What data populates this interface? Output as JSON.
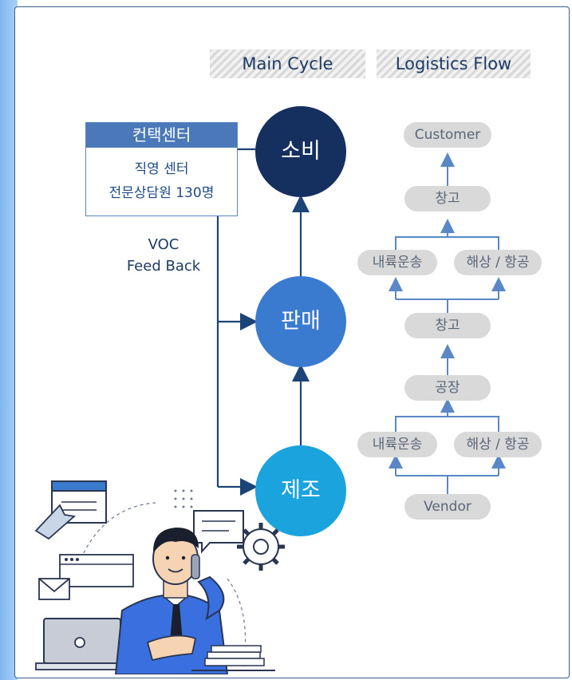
{
  "tags": {
    "main_cycle": "Main Cycle",
    "logistics_flow": "Logistics Flow"
  },
  "cycle": {
    "consumption": "소비",
    "sales": "판매",
    "manufacturing": "제조"
  },
  "contact_center": {
    "title": "컨택센터",
    "line1": "직영 센터",
    "line2": "전문상담원 130명"
  },
  "voc": {
    "line1": "VOC",
    "line2": "Feed Back"
  },
  "logistics": {
    "customer": "Customer",
    "warehouse_top": "창고",
    "inland_top": "내륙운송",
    "sea_air_top": "해상 / 항공",
    "warehouse_mid": "창고",
    "factory": "공장",
    "inland_bottom": "내륙운송",
    "sea_air_bottom": "해상 / 항공",
    "vendor": "Vendor"
  },
  "colors": {
    "navy": "#15305e",
    "mid_blue": "#3a7bd0",
    "sky_blue": "#1aa3dc",
    "pill_gray": "#d9d9d9"
  },
  "icons": [
    "browser-window-icon",
    "cursor-arrow-icon",
    "chat-bubble-icon",
    "gear-icon",
    "envelope-icon",
    "laptop-icon",
    "paper-stack-icon",
    "call-center-agent-illustration"
  ]
}
